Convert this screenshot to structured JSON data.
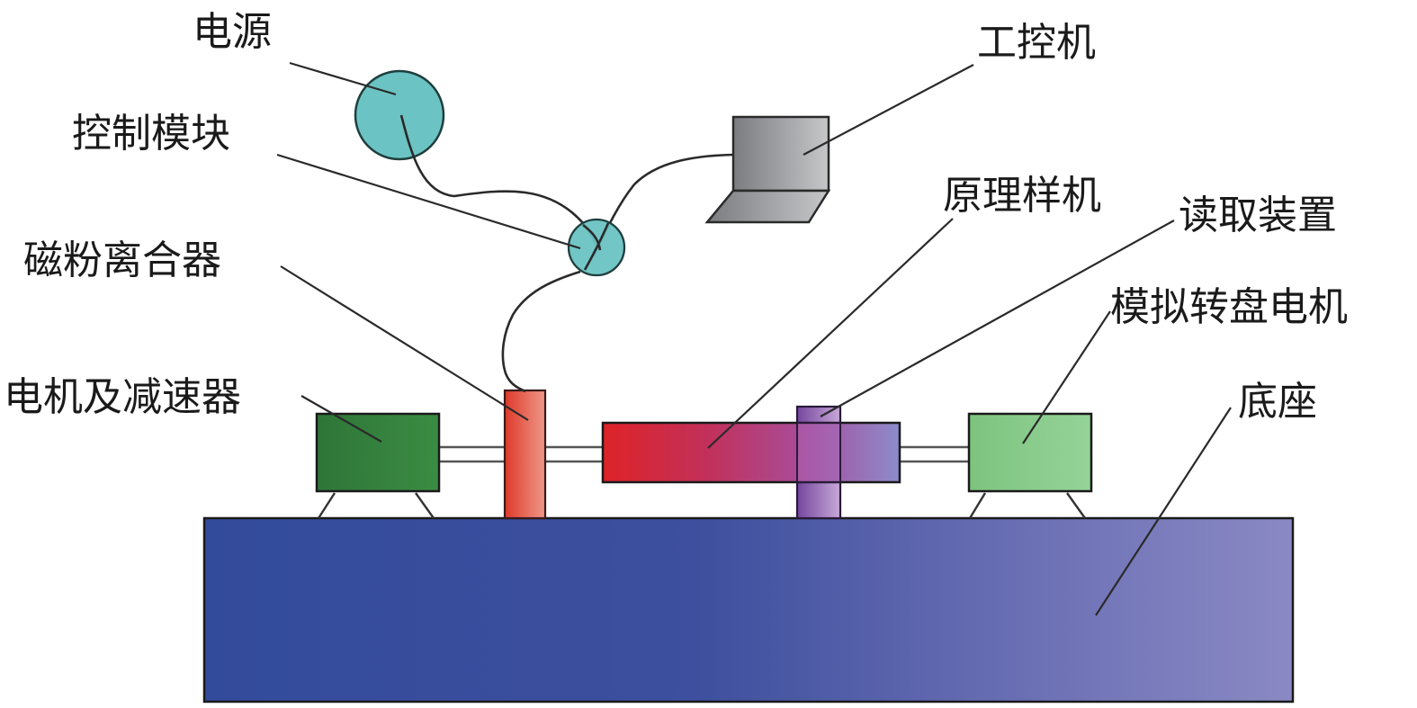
{
  "diagram": {
    "labels": {
      "power": "电源",
      "control_module": "控制模块",
      "ipc": "工控机",
      "magnetic_clutch": "磁粉离合器",
      "prototype": "原理样机",
      "reader": "读取装置",
      "turntable_motor": "模拟转盘电机",
      "motor_reducer": "电机及减速器",
      "base": "底座"
    },
    "colors": {
      "circle_fill": "#6cc3c3",
      "laptop_dark": "#7d7f84",
      "laptop_light": "#c4c5c7",
      "motor_dark_green": "#2f7a3a",
      "motor_light_green": "#8ccf8f",
      "clutch_red": "#e0422e",
      "clutch_light": "#ee9a8c",
      "prototype_start": "#de2328",
      "prototype_mid": "#a8479a",
      "prototype_end": "#8c8cc8",
      "reader_purple": "#7b4fa4",
      "reader_light": "#c6a8d8",
      "base_start": "#334b9b",
      "base_end": "#8a89c4"
    }
  }
}
